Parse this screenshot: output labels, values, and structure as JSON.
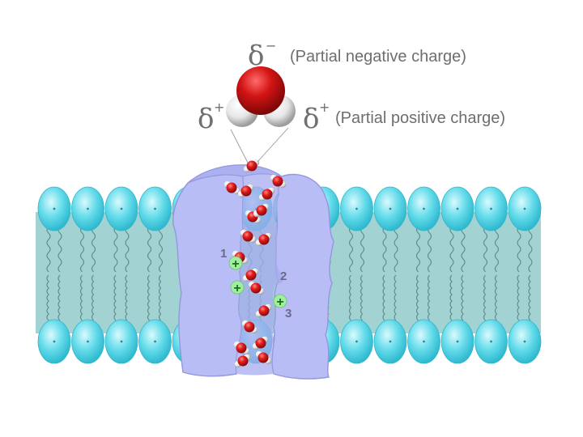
{
  "labels": {
    "delta": "δ",
    "neg_sign": "−",
    "pos_sign": "+",
    "negative_charge": "(Partial negative charge)",
    "positive_charge": "(Partial positive charge)"
  },
  "binding_sites": {
    "site1_number": "1",
    "site2_number": "2",
    "site3_number": "3",
    "charge_symbol": "+"
  },
  "colors": {
    "lipid_head": "#5ad6e8",
    "lipid_head_light": "#b6f1f8",
    "bilayer_core": "#9fd0cf",
    "channel_protein": "#b9bcf4",
    "channel_outline": "#8c8fd6",
    "oxygen": "#d01818",
    "hydrogen": "#f0f0f0",
    "site_marker": "#9ef09e"
  }
}
